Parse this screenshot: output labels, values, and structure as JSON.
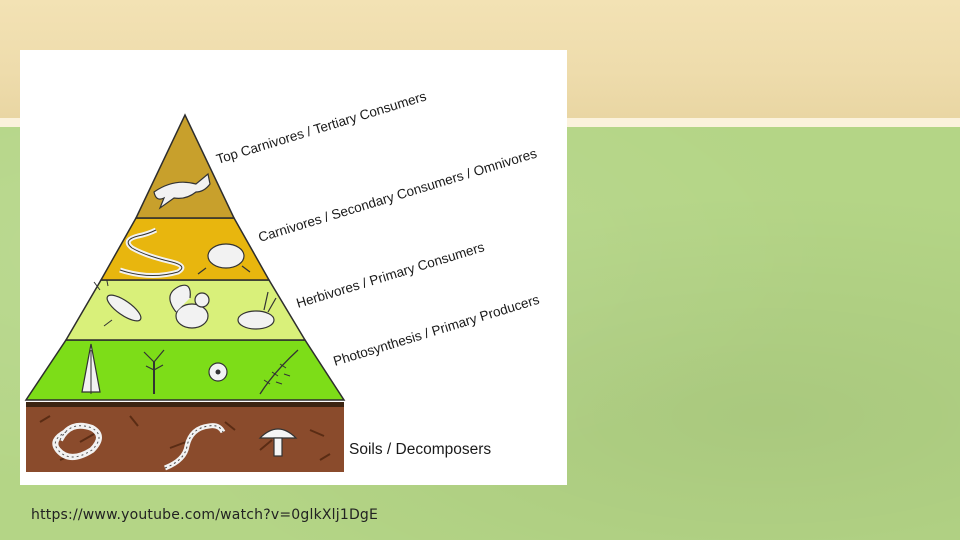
{
  "slide": {
    "source_link": "https://www.youtube.com/watch?v=0glkXlj1DgE"
  },
  "pyramid": {
    "levels": [
      {
        "label": "Top Carnivores / Tertiary Consumers",
        "color": "#c8a02c"
      },
      {
        "label": "Carnivores / Secondary Consumers / Omnivores",
        "color": "#e8b60e"
      },
      {
        "label": "Herbivores / Primary Consumers",
        "color": "#d9f07a"
      },
      {
        "label": "Photosynthesis / Primary Producers",
        "color": "#7ddd18"
      },
      {
        "label": "Soils / Decomposers",
        "color": "#8a4b2c"
      }
    ]
  },
  "colors": {
    "top_band": "#efdcab",
    "background": "#b4d586",
    "divider": "#fbf2dc"
  }
}
